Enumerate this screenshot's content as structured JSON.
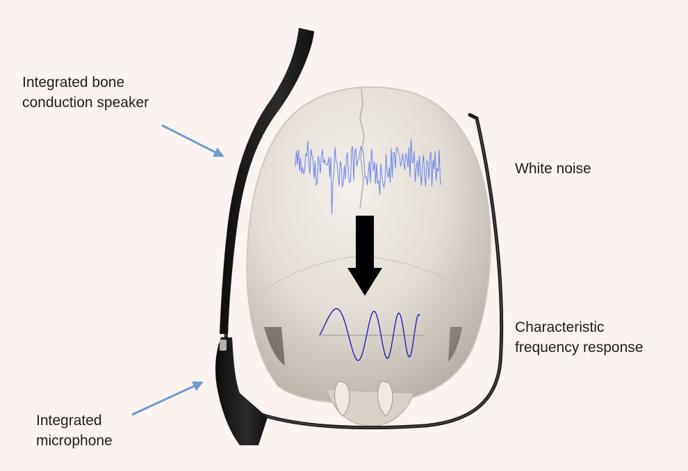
{
  "labels": {
    "speaker": [
      "Integrated bone",
      "conduction speaker"
    ],
    "white_noise": "White noise",
    "frequency": [
      "Characteristic",
      "frequency response"
    ],
    "microphone": [
      "Integrated",
      "microphone"
    ]
  },
  "colors": {
    "background": "#fbf3ef",
    "noise_wave": "#5a78f0",
    "response_wave": "#1a22b8",
    "pointer_arrows": "#6d9bd0",
    "flow_arrow": "#000000",
    "glasses_frame": "#1a1a1a",
    "skull": "#e8e3dd"
  }
}
